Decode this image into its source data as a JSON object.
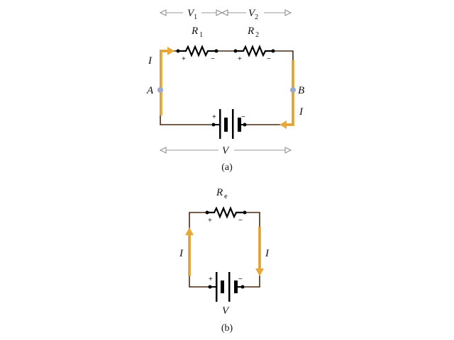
{
  "diagram_a": {
    "v1": {
      "base": "V",
      "sub": "1"
    },
    "v2": {
      "base": "V",
      "sub": "2"
    },
    "r1": {
      "base": "R",
      "sub": "1"
    },
    "r2": {
      "base": "R",
      "sub": "2"
    },
    "current_left": "I",
    "current_right": "I",
    "node_a": "A",
    "node_b": "B",
    "voltage": "V",
    "plus": "+",
    "minus": "−",
    "caption": "(a)"
  },
  "diagram_b": {
    "re": {
      "base": "R",
      "sub": "e"
    },
    "current_left": "I",
    "current_right": "I",
    "voltage": "V",
    "plus": "+",
    "minus": "−",
    "caption": "(b)"
  },
  "colors": {
    "wire": "#4a2a14",
    "current": "#e8a83a",
    "node": "#9aaacc"
  }
}
